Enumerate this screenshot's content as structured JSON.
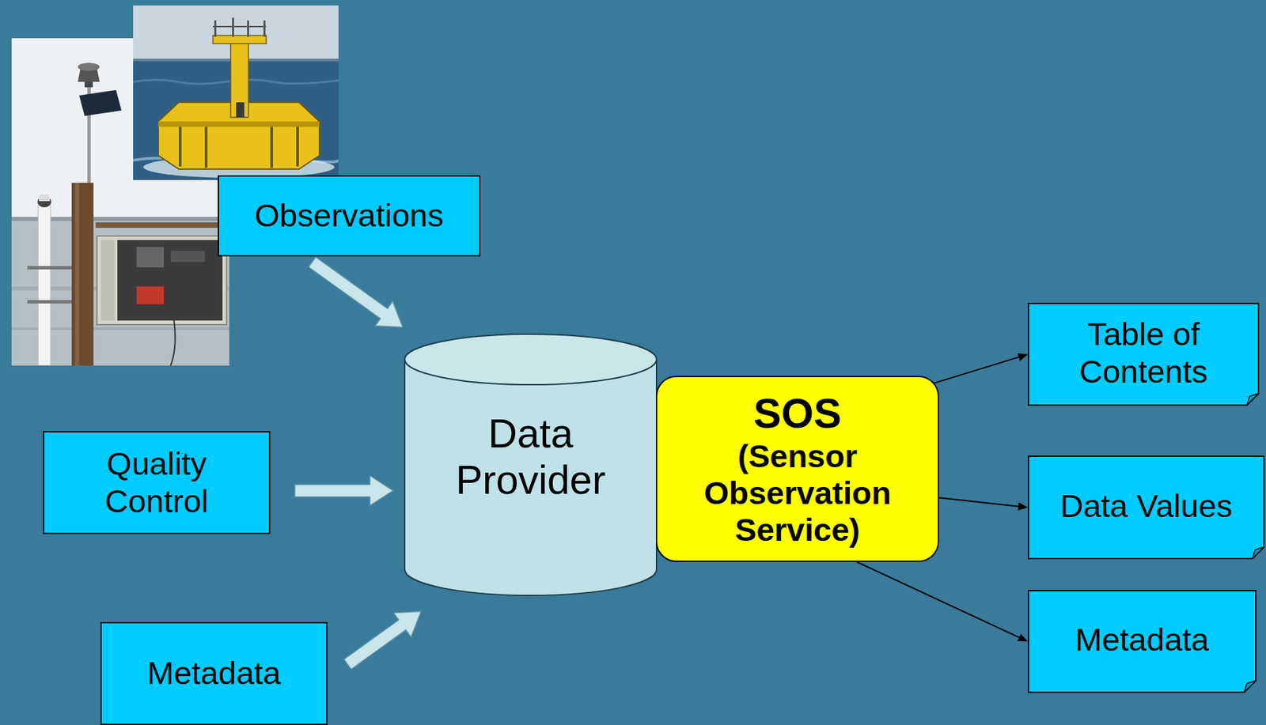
{
  "diagram": {
    "nodes": [
      {
        "text": [
          "Observations"
        ]
      },
      {
        "text": [
          "Quality Control"
        ]
      },
      {
        "text": [
          "Data Provider"
        ]
      },
      {
        "text": [
          "Metadata"
        ]
      },
      {
        "text": [
          "SOS",
          "(Sensor Observation Service)"
        ]
      },
      {
        "text": [
          "Table of Contents"
        ]
      },
      {
        "text": [
          "Data Values"
        ]
      },
      {
        "text": [
          "Metadata"
        ]
      }
    ],
    "edges": [
      {
        "from": 0,
        "to": 2,
        "arrow": "to"
      },
      {
        "from": 1,
        "to": 2,
        "arrow": "to"
      },
      {
        "from": 3,
        "to": 2,
        "arrow": "to"
      },
      {
        "from": 4,
        "to": 5,
        "arrow": "to"
      },
      {
        "from": 4,
        "to": 6,
        "arrow": "to"
      },
      {
        "from": 4,
        "to": 7,
        "arrow": "to"
      }
    ]
  }
}
